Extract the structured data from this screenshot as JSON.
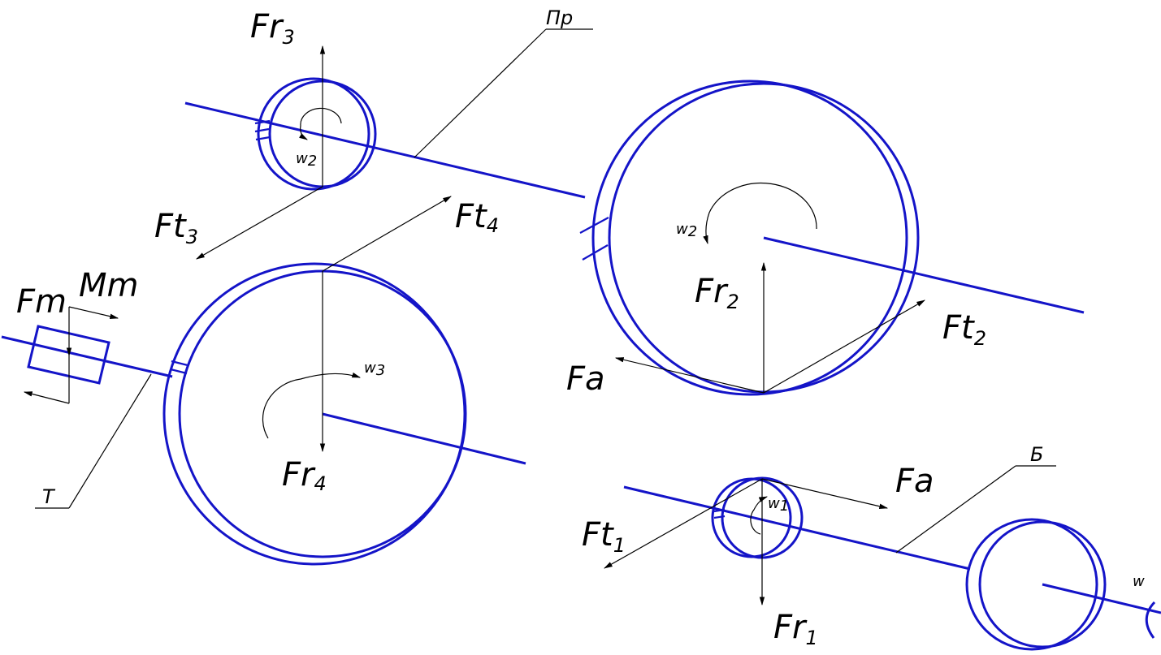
{
  "colors": {
    "gear_lines": "#1414c8",
    "force_lines": "#000000",
    "background": "#ffffff"
  },
  "labels": {
    "fr3_main": "Fr",
    "fr3_sub": "3",
    "pr": "Пр",
    "ft3_main": "Ft",
    "ft3_sub": "3",
    "ft4_main": "Ft",
    "ft4_sub": "4",
    "w2_small_main": "w",
    "w2_small_sub": "2",
    "w2_large_main": "w",
    "w2_large_sub": "2",
    "fr2_main": "Fr",
    "fr2_sub": "2",
    "ft2_main": "Ft",
    "ft2_sub": "2",
    "fa_upper": "Fa",
    "fm": "Fm",
    "mm": "Mm",
    "w3_main": "w",
    "w3_sub": "3",
    "fr4_main": "Fr",
    "fr4_sub": "4",
    "t": "T",
    "b": "Б",
    "fa_lower": "Fa",
    "w1_main": "w",
    "w1_sub": "1",
    "ft1_main": "Ft",
    "ft1_sub": "1",
    "fr1_main": "Fr",
    "fr1_sub": "1",
    "w": "w"
  }
}
